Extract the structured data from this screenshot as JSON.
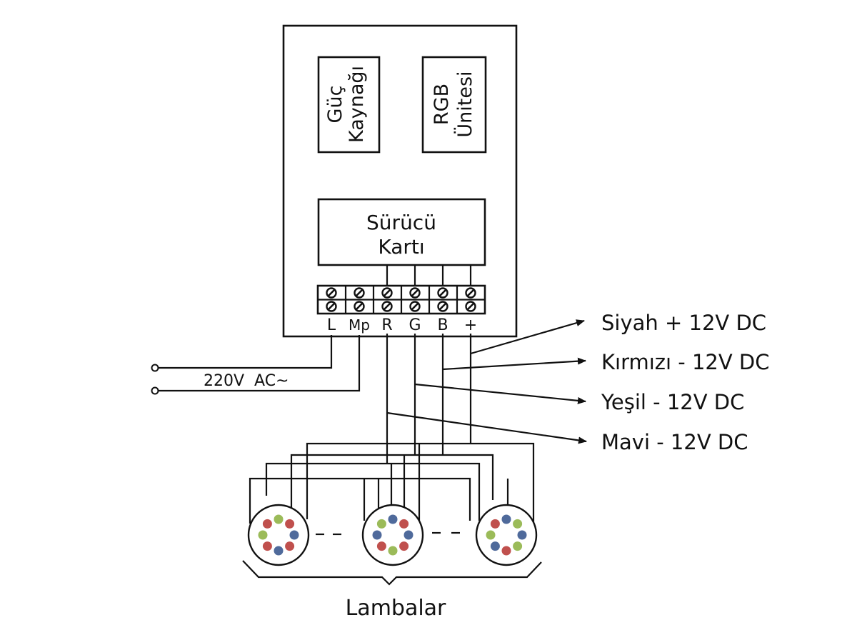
{
  "enclosure": {
    "power_supply": {
      "line1": "Güç",
      "line2": "Kaynağı"
    },
    "rgb_unit": {
      "line1": "RGB",
      "line2": "Ünitesi"
    },
    "driver_card": {
      "line1": "Sürücü",
      "line2": "Kartı"
    }
  },
  "terminals": [
    "L",
    "Mp",
    "R",
    "G",
    "B",
    "+"
  ],
  "mains_label": "220V  AC~",
  "callouts": [
    "Siyah + 12V DC",
    "Kırmızı - 12V DC",
    "Yeşil - 12V DC",
    "Mavi - 12V DC"
  ],
  "lamps_label": "Lambalar",
  "led_colors": {
    "red": "#c0504d",
    "green": "#9bbb59",
    "blue": "#4f6a9b"
  }
}
